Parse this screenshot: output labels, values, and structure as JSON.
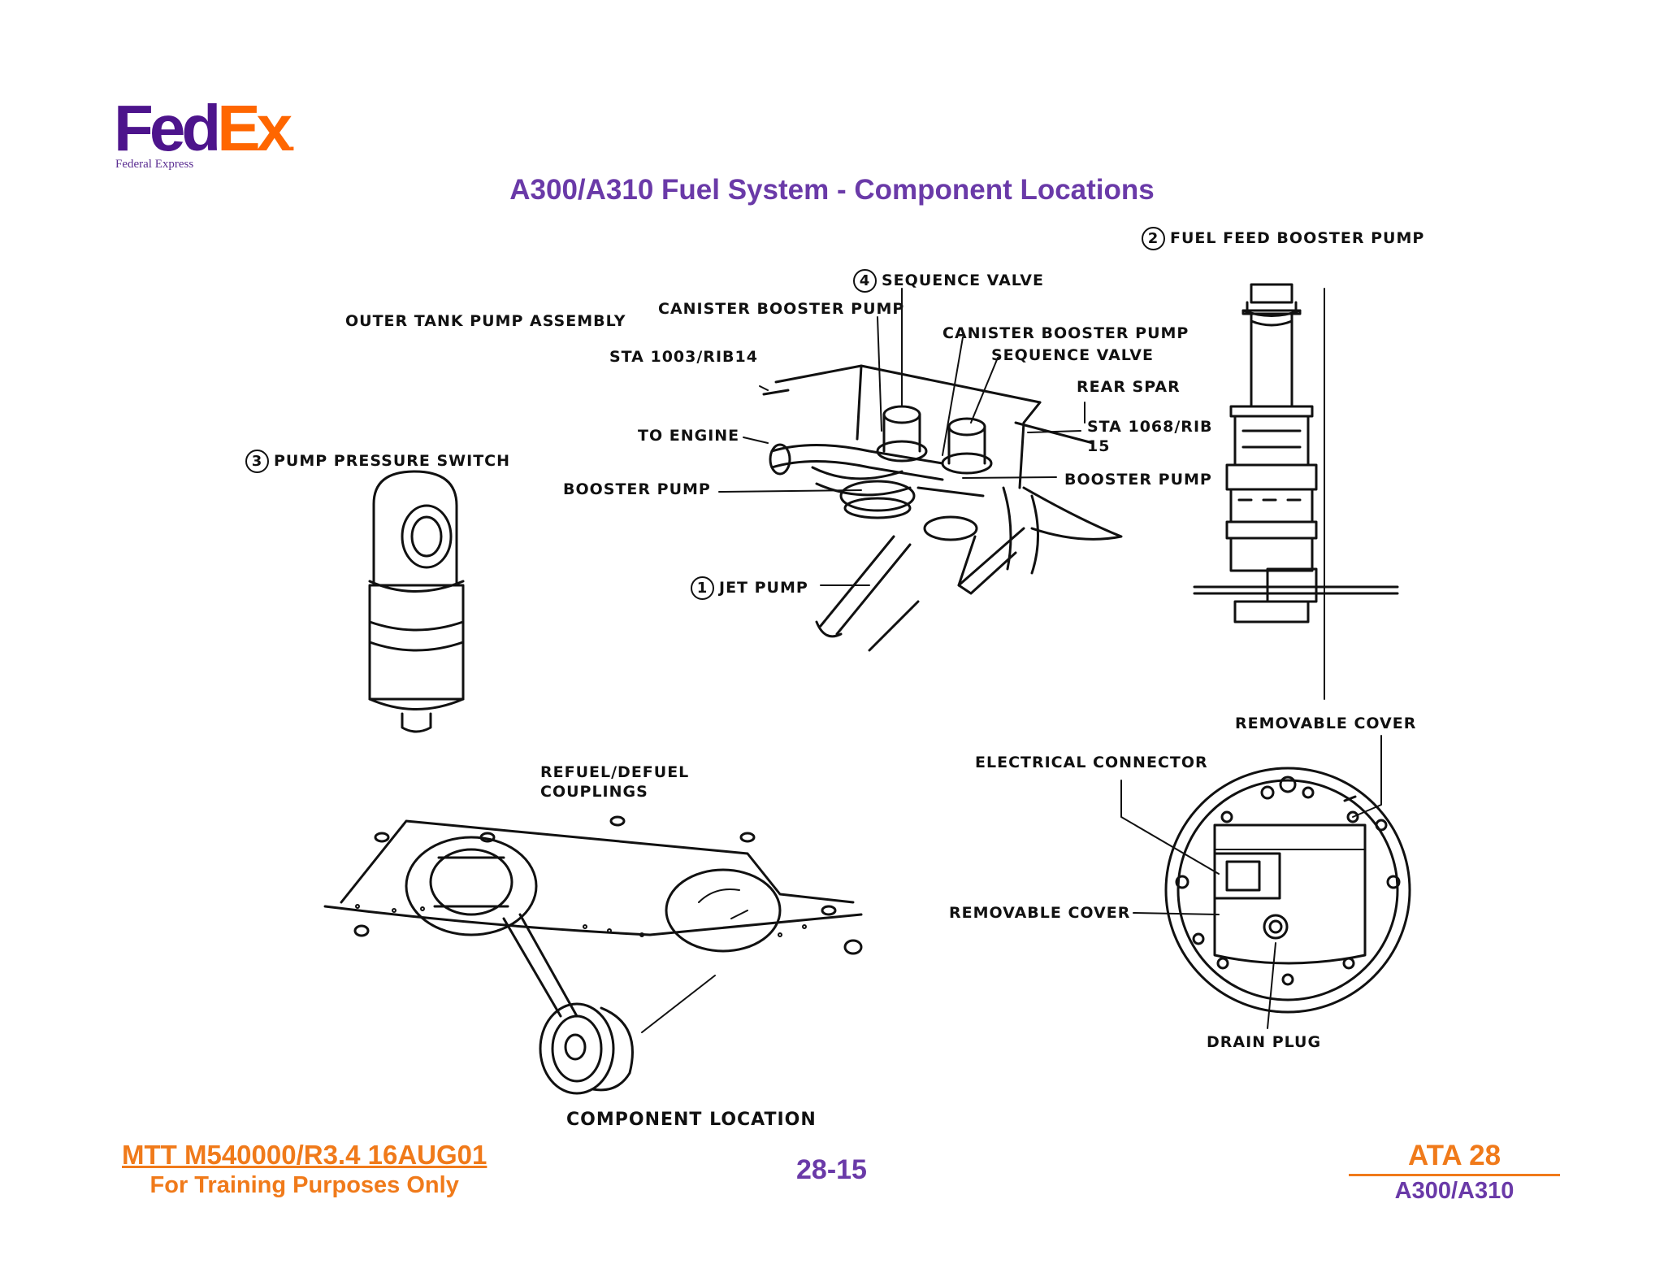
{
  "logo": {
    "fed": "Fed",
    "ex": "Ex",
    "dot": ".",
    "subtitle": "Federal Express",
    "purple": "#4d148c",
    "orange": "#ff6600"
  },
  "title": "A300/A310 Fuel System - Component Locations",
  "labels": {
    "fuel_feed_booster_pump": {
      "num": "2",
      "text": "FUEL FEED BOOSTER PUMP"
    },
    "sequence_valve": {
      "num": "4",
      "text": "SEQUENCE VALVE"
    },
    "canister_booster_pump_1": "CANISTER BOOSTER PUMP",
    "outer_tank_pump_assembly": "OUTER TANK PUMP ASSEMBLY",
    "sta_1003": "STA 1003/RIB14",
    "canister_booster_pump_2": "CANISTER BOOSTER PUMP",
    "canister_sequence_valve": "SEQUENCE VALVE",
    "rear_spar": "REAR SPAR",
    "sta_1068_line1": "STA 1068/RIB",
    "sta_1068_line2": "15",
    "to_engine": "TO ENGINE",
    "pump_pressure_switch": {
      "num": "3",
      "text": "PUMP PRESSURE SWITCH"
    },
    "booster_pump_left": "BOOSTER PUMP",
    "booster_pump_right": "BOOSTER PUMP",
    "jet_pump": {
      "num": "1",
      "text": "JET PUMP"
    },
    "removable_cover_top": "REMOVABLE COVER",
    "electrical_connector": "ELECTRICAL CONNECTOR",
    "refuel_line1": "REFUEL/DEFUEL",
    "refuel_line2": "COUPLINGS",
    "removable_cover_left": "REMOVABLE COVER",
    "drain_plug": "DRAIN PLUG",
    "component_location": "COMPONENT LOCATION"
  },
  "footer": {
    "doc_ref": "MTT M540000/R3.4 16AUG01",
    "training": "For Training Purposes Only",
    "page": "28-15",
    "ata": "ATA 28",
    "model": "A300/A310"
  },
  "colors": {
    "title": "#6a3aa8",
    "footer_orange": "#f07a1a",
    "line": "#111111"
  }
}
